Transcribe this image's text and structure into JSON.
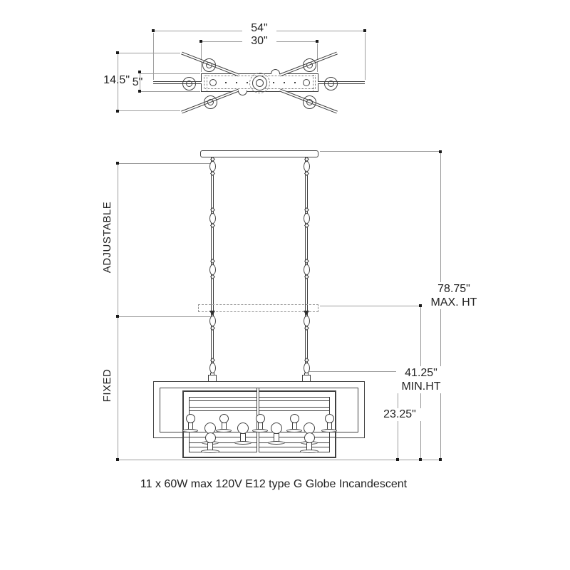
{
  "top_view": {
    "dim_overall_width": "54\"",
    "dim_body_width": "30\"",
    "dim_overall_depth": "14.5\"",
    "dim_body_depth": "5\""
  },
  "elevation": {
    "adjustable_label": "ADJUSTABLE",
    "fixed_label": "FIXED",
    "max_height": {
      "value": "78.75\"",
      "label": "MAX. HT"
    },
    "min_height": {
      "value": "41.25\"",
      "label": "MIN.HT"
    },
    "fixture_height": "23.25\""
  },
  "caption": {
    "text": "11 x 60W max 120V E12 type G Globe Incandescent"
  },
  "colors": {
    "line": "#404040",
    "dimension": "#9c9c9c",
    "text": "#222222",
    "background": "#ffffff"
  }
}
